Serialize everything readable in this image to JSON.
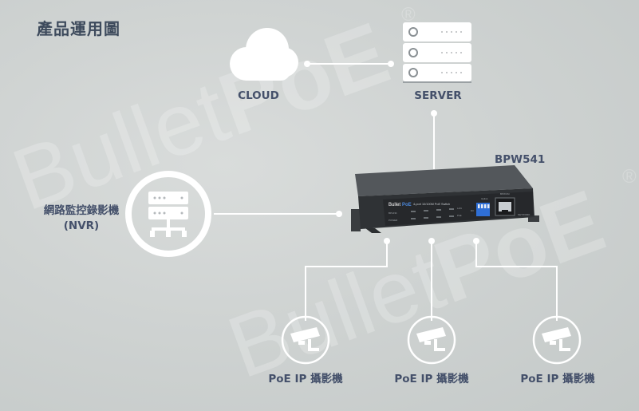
{
  "page": {
    "title": "產品運用圖",
    "watermark_text": "Bullet",
    "watermark_logo": "PoE",
    "registered_mark": "®"
  },
  "nodes": {
    "cloud": {
      "label": "CLOUD",
      "icon": "cloud-icon"
    },
    "server": {
      "label": "SERVER",
      "icon": "server-icon"
    },
    "nvr": {
      "label_line1": "網路監控錄影機",
      "label_line2": "(NVR)",
      "icon": "nvr-icon"
    },
    "device": {
      "model": "BPW541",
      "brand": "Bullet",
      "brand_logo": "PoE",
      "panel_title": "4-port 10/100M PoE Switch",
      "panel_labels": [
        "BPLINK",
        "POWER",
        "LAN",
        "PoE",
        "Uplink",
        "DC",
        "BPWCM",
        "NETWORK"
      ],
      "icon": "poe-switch"
    },
    "cameras": [
      {
        "label": "PoE IP 攝影機",
        "icon": "camera-icon"
      },
      {
        "label": "PoE IP 攝影機",
        "icon": "camera-icon"
      },
      {
        "label": "PoE IP 攝影機",
        "icon": "camera-icon"
      }
    ]
  },
  "colors": {
    "line": "#ffffff",
    "label_text": "#44506a",
    "device_body": "#3a3d40",
    "device_panel": "#2b2d30",
    "port_blue": "#2f6fd6"
  }
}
